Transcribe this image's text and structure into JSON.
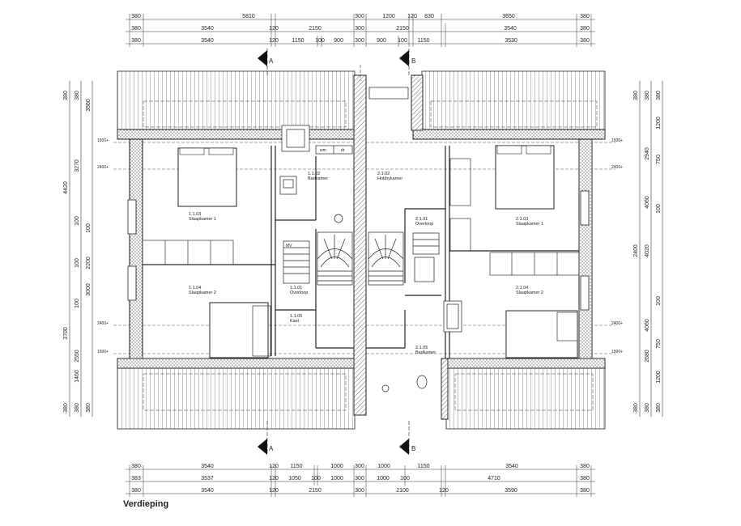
{
  "drawing_title": "Verdieping",
  "section_markers": {
    "a": "A",
    "b": "B"
  },
  "dims_top": {
    "row1": [
      "380",
      "5810",
      "300",
      "1200",
      "120",
      "830",
      "3650",
      "380"
    ],
    "row2": [
      "380",
      "3540",
      "120",
      "2150",
      "300",
      "2150",
      "3540",
      "380"
    ],
    "row3": [
      "380",
      "3540",
      "120",
      "1150",
      "100",
      "900",
      "300",
      "900",
      "100",
      "1150",
      "3530",
      "380"
    ]
  },
  "dims_bottom": {
    "row1": [
      "380",
      "3540",
      "120",
      "1150",
      "1000",
      "300",
      "1000",
      "1150",
      "3540",
      "380"
    ],
    "row2": [
      "383",
      "3537",
      "120",
      "1050",
      "100",
      "1000",
      "300",
      "1000",
      "100",
      "4710",
      "380"
    ],
    "row3": [
      "380",
      "3540",
      "120",
      "2150",
      "300",
      "2100",
      "120",
      "3590",
      "380"
    ]
  },
  "dims_left": {
    "inner": [
      "380",
      "380",
      "3560",
      "3270",
      "100",
      "2200",
      "100",
      "3000",
      "100",
      "2550",
      "1460",
      "380",
      "380"
    ],
    "outer": [
      "4420",
      "3700"
    ]
  },
  "dims_right": {
    "inner": [
      "380",
      "380",
      "1200",
      "2940",
      "750",
      "100",
      "2400",
      "100",
      "750",
      "2680",
      "1200",
      "380",
      "380"
    ],
    "outer": [
      "4060",
      "4020",
      "4060"
    ]
  },
  "level_marks": {
    "l1500": "1500+",
    "l2400": "2400+"
  },
  "rooms": {
    "bed1_left": {
      "code": "1.1.03",
      "name": "Slaapkamer 1"
    },
    "bed2_left": {
      "code": "1.1.04",
      "name": "Slaapkamer 2"
    },
    "bath_left": {
      "code": "1.1.02",
      "name": "Badkamer"
    },
    "overloop_left": {
      "code": "1.1.01",
      "name": "Overloop"
    },
    "kast_left": {
      "code": "1.1.05",
      "name": "Kast"
    },
    "hobby": {
      "code": "2.1.02",
      "name": "Hobbykamer"
    },
    "overloop_right": {
      "code": "2.1.01",
      "name": "Overloop"
    },
    "bed1_right": {
      "code": "2.1.03",
      "name": "Slaapkamer 1"
    },
    "bed2_right": {
      "code": "2.1.04",
      "name": "Slaapkamer 2"
    },
    "bath_right": {
      "code": "2.1.05",
      "name": "Badkamer"
    }
  },
  "fixtures": {
    "wm": "wm",
    "dr": "dr",
    "mv": "MV"
  }
}
